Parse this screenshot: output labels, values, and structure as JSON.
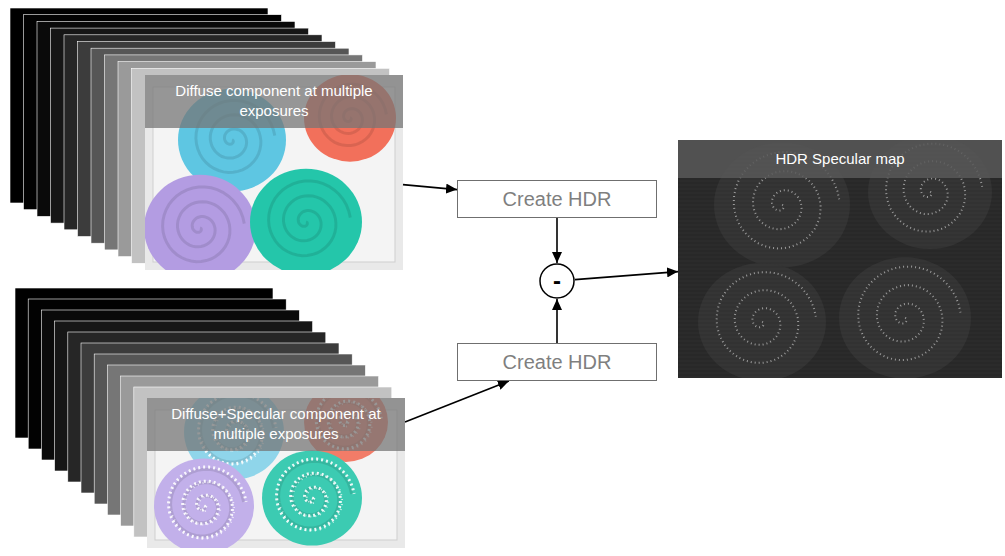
{
  "diagram": {
    "nodes": [
      {
        "text": [
          "Diffuse component at multiple exposures"
        ]
      },
      {
        "text": [
          "Create HDR"
        ]
      },
      {
        "text": [
          "-"
        ]
      },
      {
        "text": [
          "HDR Specular map"
        ]
      },
      {
        "text": [
          "Diffuse+Specular component at multiple exposures"
        ]
      },
      {
        "text": [
          "Create HDR"
        ]
      }
    ],
    "edges": [
      {
        "from": 0,
        "to": 1,
        "arrow": "to"
      },
      {
        "from": 1,
        "to": 2,
        "arrow": "to"
      },
      {
        "from": 5,
        "to": 2,
        "arrow": "to"
      },
      {
        "from": 2,
        "to": 3,
        "arrow": "to"
      },
      {
        "from": 4,
        "to": 5,
        "arrow": "to"
      }
    ]
  }
}
